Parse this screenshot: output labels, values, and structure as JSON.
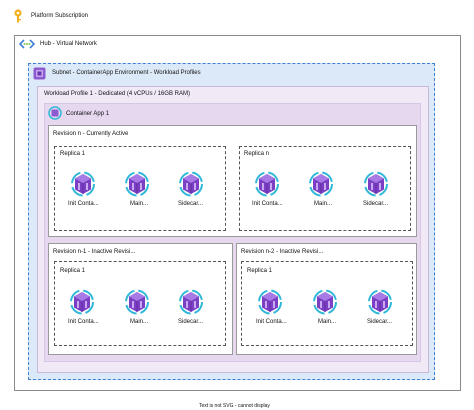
{
  "platform": {
    "label": "Platform Subscription",
    "icon": "key-icon"
  },
  "hub": {
    "label": "Hub - Virtual Network",
    "icon": "virtual-network-icon"
  },
  "subnet": {
    "label": "Subnet - ContainerApp Environment - Workload Profiles",
    "icon": "container-apps-environment-icon"
  },
  "workload_profile": {
    "label": "Workload Profile 1 - Dedicated (4 vCPUs / 16GB RAM)"
  },
  "container_app": {
    "label": "Container App 1",
    "icon": "container-app-icon"
  },
  "revisions": [
    {
      "label": "Revision n - Currently Active",
      "replicas": [
        {
          "label": "Replica 1",
          "containers": [
            "Init Conta...",
            "Main...",
            "Sidecar..."
          ]
        },
        {
          "label": "Replica n",
          "containers": [
            "Init Conta...",
            "Main...",
            "Sidecar..."
          ]
        }
      ]
    },
    {
      "label": "Revision n-1 - Inactive Revisi...",
      "replicas": [
        {
          "label": "Replica 1",
          "containers": [
            "Init Conta...",
            "Main...",
            "Sidecar..."
          ]
        }
      ]
    },
    {
      "label": "Revision n-2 - Inactive Revisi...",
      "replicas": [
        {
          "label": "Replica 1",
          "containers": [
            "Init Conta...",
            "Main...",
            "Sidecar..."
          ]
        }
      ]
    }
  ],
  "footer": {
    "text": "Text is not SVG - cannot display"
  },
  "colors": {
    "subnet_border": "#3f7fd6",
    "subnet_fill": "#dce9f8",
    "app_fill": "#e6d8ef",
    "container_purple": "#7b3fc4",
    "container_cyan": "#2fb8d8"
  }
}
